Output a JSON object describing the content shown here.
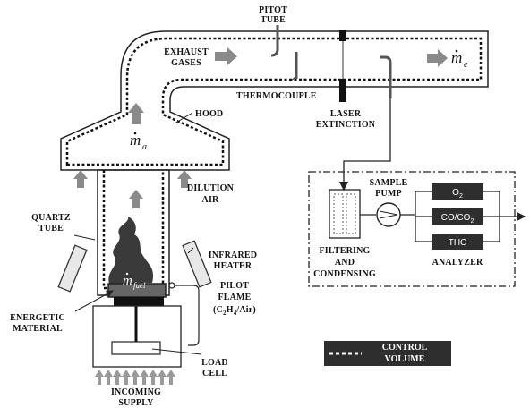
{
  "labels": {
    "pitot_tube_1": "PITOT",
    "pitot_tube_2": "TUBE",
    "exhaust_1": "EXHAUST",
    "exhaust_2": "GASES",
    "thermocouple": "THERMOCOUPLE",
    "laser_1": "LASER",
    "laser_2": "EXTINCTION",
    "hood": "HOOD",
    "dilution_1": "DILUTION",
    "dilution_2": "AIR",
    "quartz_1": "QUARTZ",
    "quartz_2": "TUBE",
    "infrared_1": "INFRARED",
    "infrared_2": "HEATER",
    "pilot_1": "PILOT",
    "pilot_2": "FLAME",
    "pilot_3": "(C",
    "pilot_3_sub1": "2",
    "pilot_3_mid": "H",
    "pilot_3_sub2": "4",
    "pilot_3_end": "/Air)",
    "energetic_1": "ENERGETIC",
    "energetic_2": "MATERIAL",
    "load_1": "LOAD",
    "load_2": "CELL",
    "incoming_1": "INCOMING",
    "incoming_2": "SUPPLY",
    "sample_1": "SAMPLE",
    "sample_2": "PUMP",
    "filtering_1": "FILTERING",
    "filtering_2": "AND",
    "filtering_3": "CONDENSING",
    "analyzer": "ANALYZER",
    "o2": "O",
    "o2_sub": "2",
    "co": "CO/CO",
    "co_sub": "2",
    "thc": "THC",
    "legend_1": "CONTROL",
    "legend_2": "VOLUME"
  },
  "math": {
    "m_e": "m",
    "m_e_sub": "e",
    "m_a": "m",
    "m_a_sub": "a",
    "m_fuel": "m",
    "m_fuel_sub": "fuel"
  },
  "colors": {
    "outline": "#222222",
    "gray_arrow": "#8a8a8a",
    "dark_box": "#2e2e2e",
    "plume": "#3a3a3a",
    "material": "#666666"
  }
}
